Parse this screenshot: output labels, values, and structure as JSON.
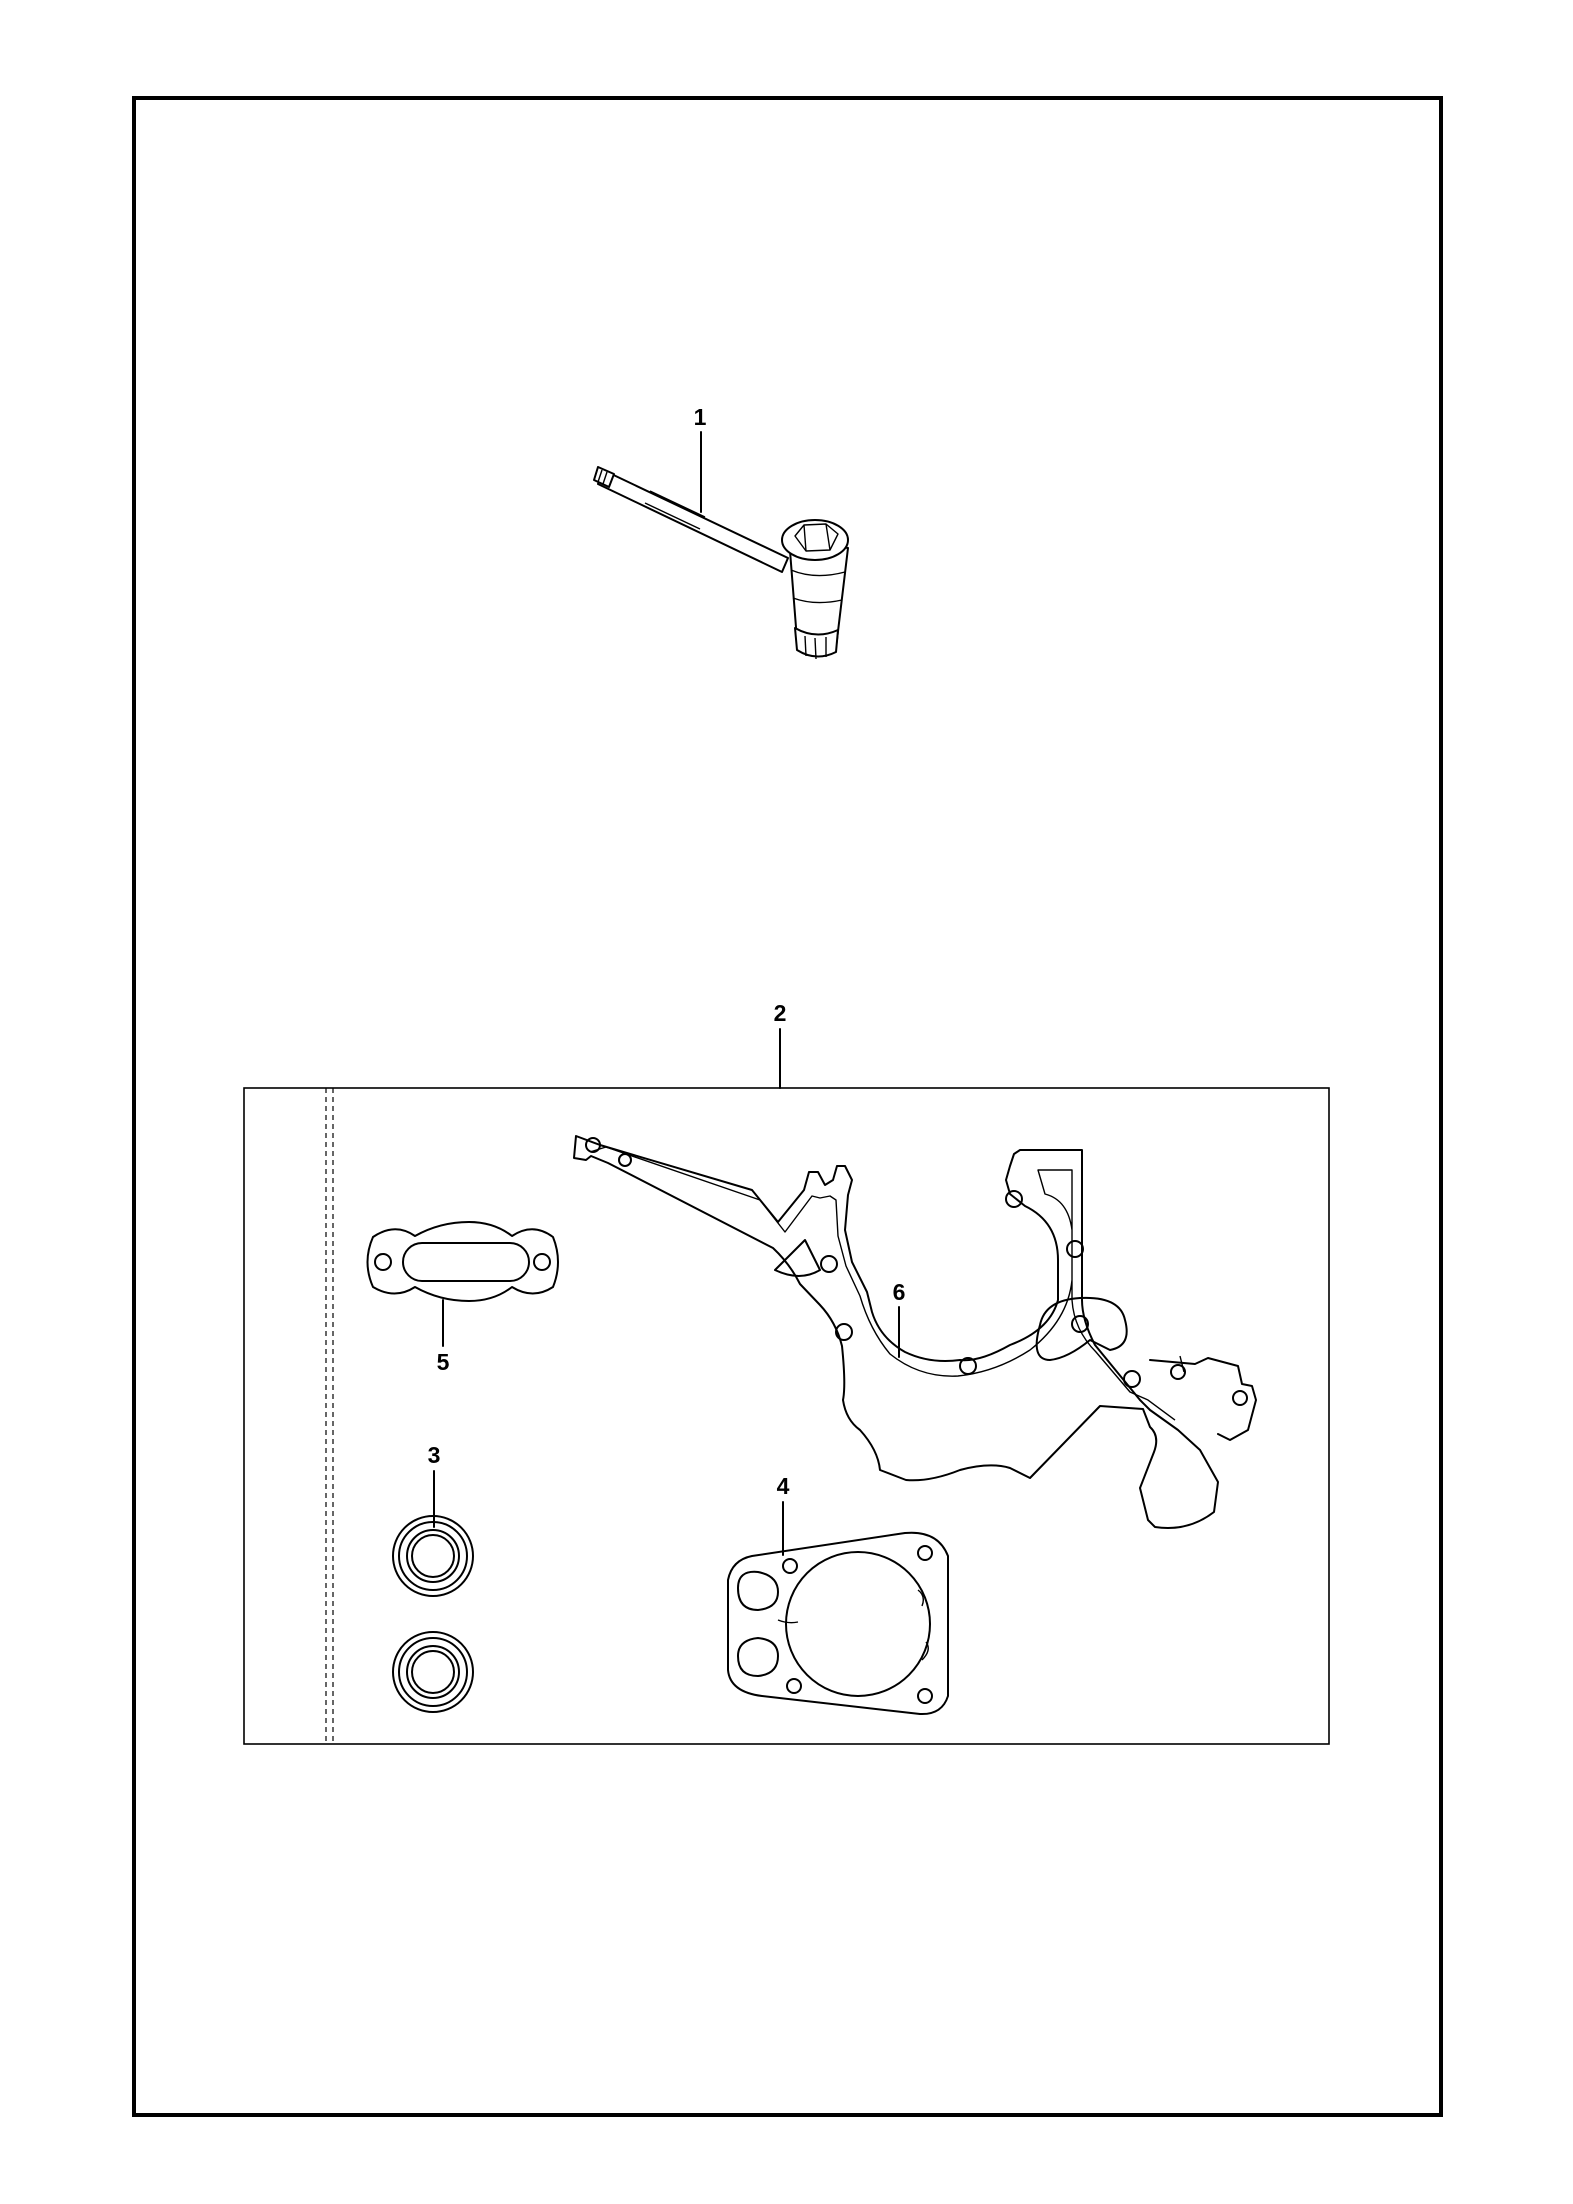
{
  "diagram": {
    "callouts": [
      {
        "id": "1",
        "label": "1"
      },
      {
        "id": "2",
        "label": "2"
      },
      {
        "id": "3",
        "label": "3"
      },
      {
        "id": "4",
        "label": "4"
      },
      {
        "id": "5",
        "label": "5"
      },
      {
        "id": "6",
        "label": "6"
      }
    ],
    "parts": {
      "tool": "combination-wrench",
      "kit": "gasket-kit-package",
      "seals": "oil-seals",
      "cylinder_gasket": "cylinder-base-gasket",
      "muffler_gasket": "muffler-gasket",
      "crankcase_gasket": "crankcase-gasket"
    }
  }
}
